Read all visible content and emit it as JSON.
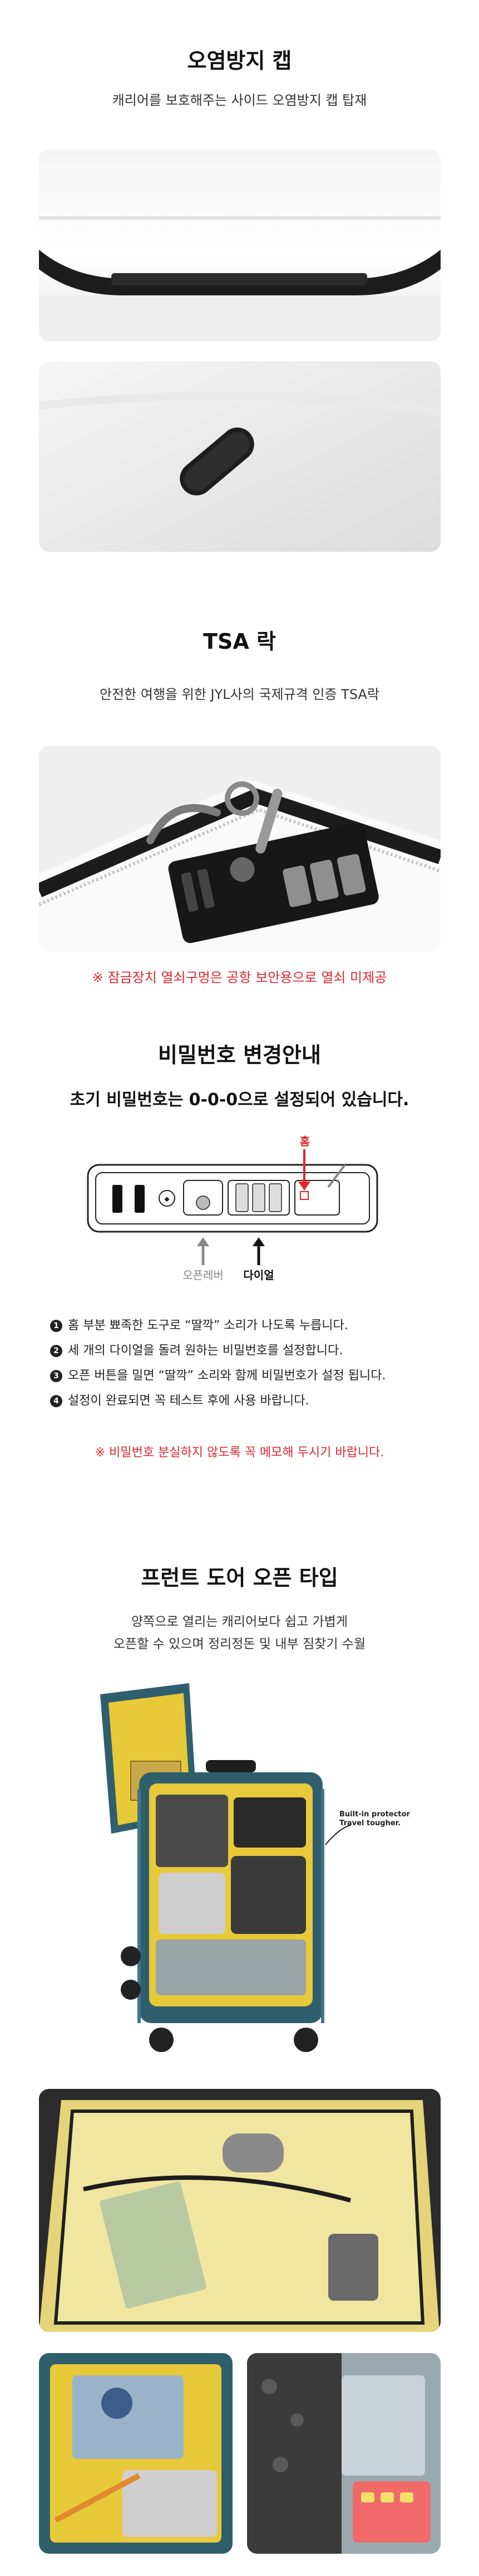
{
  "cap": {
    "title": "오염방지 캡",
    "subtitle": "캐리어를 보호해주는 사이드 오염방지 캡 탑재"
  },
  "tsa": {
    "title": "TSA 락",
    "subtitle": "안전한 여행을 위한 JYL사의 국제규격 인증 TSA락",
    "warning": "※ 잠금장치 열쇠구멍은 공항 보안용으로 열쇠 미제공"
  },
  "password": {
    "title": "비밀번호 변경안내",
    "headline": "초기 비밀번호는 0-0-0으로 설정되어 있습니다.",
    "diagram": {
      "groove_label": "홈",
      "open_lever_label": "오픈레버",
      "dial_label": "다이얼"
    },
    "steps": [
      {
        "num": "1",
        "text": "홈 부분 뾰족한 도구로 “딸깍” 소리가 나도록 누릅니다."
      },
      {
        "num": "2",
        "text": "세 개의 다이얼을 돌려 원하는 비밀번호를 설정합니다."
      },
      {
        "num": "3",
        "text": "오픈 버튼을 밀면 “딸깍” 소리와 함께 비밀번호가 설정 됩니다."
      },
      {
        "num": "4",
        "text": "설정이 완료되면 꼭 테스트 후에 사용 바랍니다."
      }
    ],
    "warning": "※ 비밀번호 분실하지 않도록 꼭 메모해 두시기 바랍니다."
  },
  "front_door": {
    "title": "프런트 도어 오픈 타입",
    "subtitle_line1": "양쪽으로 열리는 캐리어보다 쉽고 가볍게",
    "subtitle_line2": "오픈할 수 있으며 정리정돈 및 내부 짐찾기 수월",
    "annotation_line1": "Built-in protector",
    "annotation_line2": "Travel tougher."
  },
  "colors": {
    "accent_red": "#e0262e",
    "suitcase_teal": "#2f5f6c",
    "lining_yellow": "#e8c93a"
  }
}
